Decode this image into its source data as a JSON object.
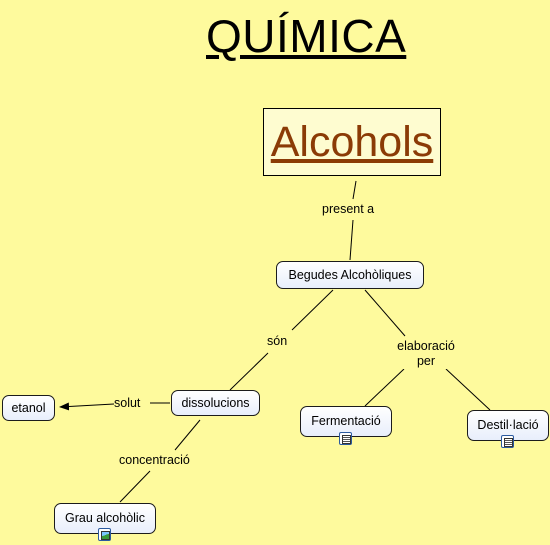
{
  "page": {
    "title": "QUÍMICA"
  },
  "concept_map": {
    "main": {
      "label": "Alcohols"
    },
    "nodes": {
      "begudes": "Begudes Alcohòliques",
      "dissolucions": "dissolucions",
      "etanol": "etanol",
      "fermentacio": "Fermentació",
      "destillacio": "Destil·lació",
      "grau": "Grau alcohòlic"
    },
    "links": {
      "present_a": "present a",
      "son": "són",
      "elaboracio_per_1": "elaboració",
      "elaboracio_per_2": "per",
      "solut": "solut",
      "concentracio": "concentració"
    }
  }
}
